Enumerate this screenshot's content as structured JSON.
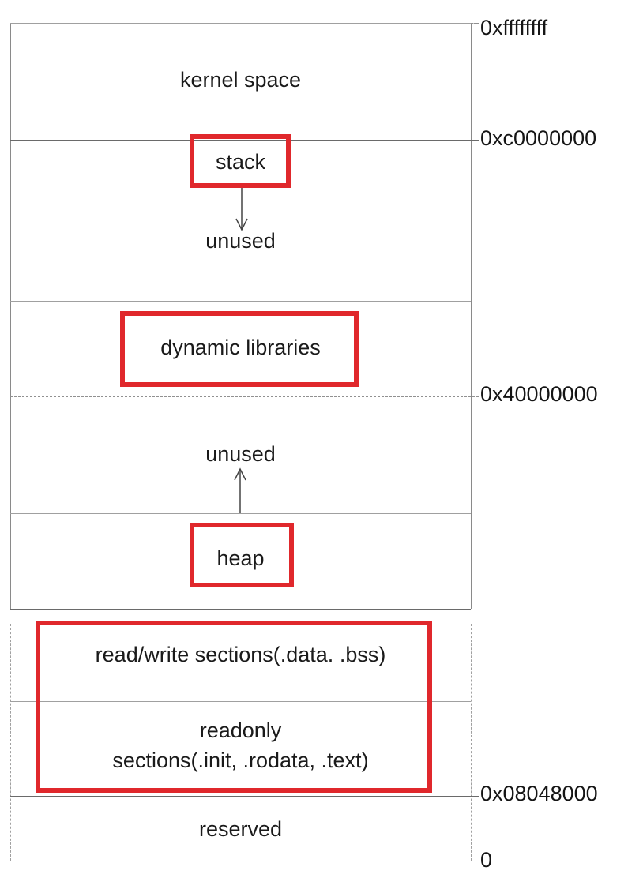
{
  "regions": {
    "kernel_space": "kernel space",
    "stack": "stack",
    "unused_top": "unused",
    "dynamic_libraries": "dynamic libraries",
    "unused_bottom": "unused",
    "heap": "heap",
    "rw_sections": "read/write sections(.data. .bss)",
    "readonly_line1": "readonly",
    "readonly_line2": "sections(.init, .rodata, .text)",
    "reserved": "reserved"
  },
  "addresses": {
    "top": "0xffffffff",
    "kernel_start": "0xc0000000",
    "libs_start": "0x40000000",
    "text_start": "0x08048000",
    "zero": "0"
  },
  "highlight_color": "#e0282c"
}
